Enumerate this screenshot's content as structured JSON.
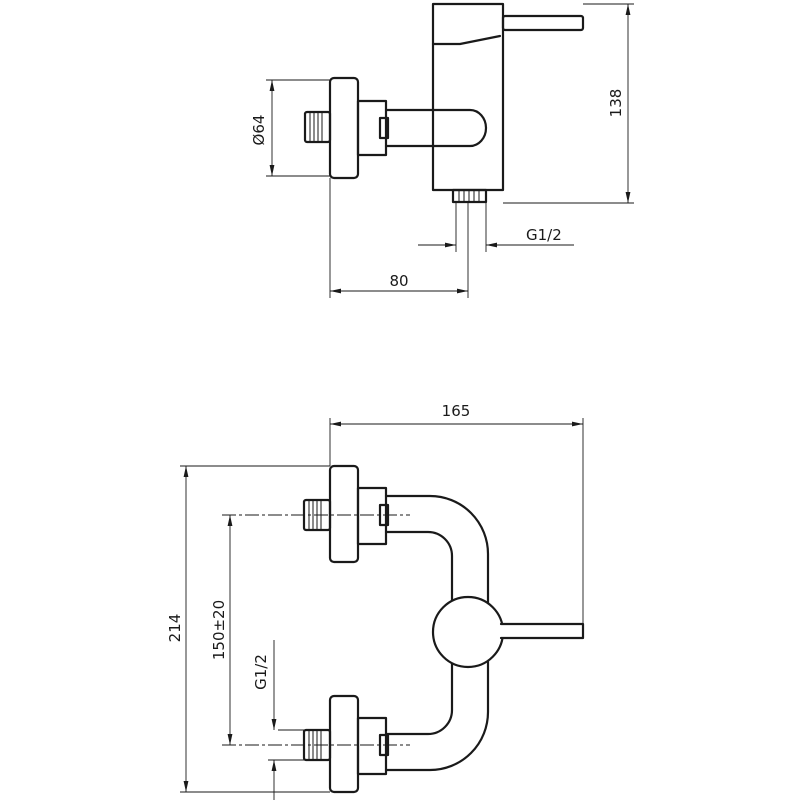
{
  "dimensions": {
    "diameter": "Ø64",
    "height": "138",
    "depth": "80",
    "thread_side": "G1/2",
    "width": "165",
    "total_height": "214",
    "spacing": "150±20",
    "thread_front": "G1/2"
  }
}
